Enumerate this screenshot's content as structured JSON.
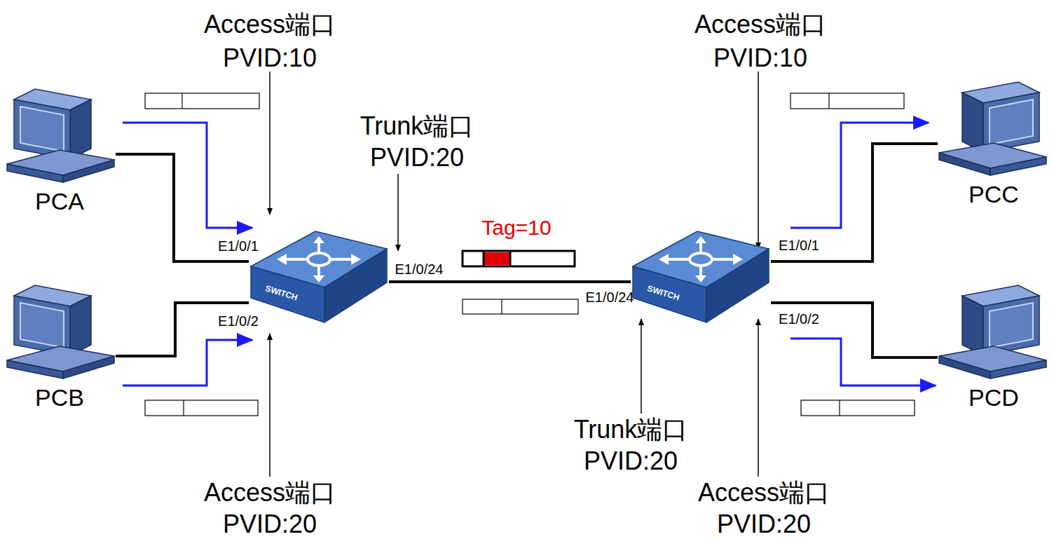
{
  "diagram": {
    "nodes": [
      {
        "text": [
          "PCA"
        ]
      },
      {
        "text": [
          "PCB"
        ]
      },
      {
        "text": [
          "SWITCH"
        ]
      },
      {
        "text": [
          "SWITCH"
        ]
      },
      {
        "text": [
          "PCC"
        ]
      },
      {
        "text": [
          "PCD"
        ]
      }
    ],
    "edges": [
      {
        "from": 0,
        "to": 2,
        "arrow": "none"
      },
      {
        "from": 1,
        "to": 2,
        "arrow": "none"
      },
      {
        "from": 2,
        "to": 3,
        "arrow": "none"
      },
      {
        "from": 3,
        "to": 4,
        "arrow": "none"
      },
      {
        "from": 3,
        "to": 5,
        "arrow": "none"
      }
    ],
    "labels": [
      "Access端口",
      "PVID:10",
      "Trunk端口",
      "PVID:20",
      "Tag=10",
      "E1/0/1",
      "E1/0/24",
      "E1/0/2",
      "Access端口",
      "PVID:20",
      "Access端口",
      "PVID:10",
      "E1/0/1",
      "E1/0/24",
      "E1/0/2",
      "Trunk端口",
      "PVID:20",
      "Access端口",
      "PVID:20"
    ]
  }
}
